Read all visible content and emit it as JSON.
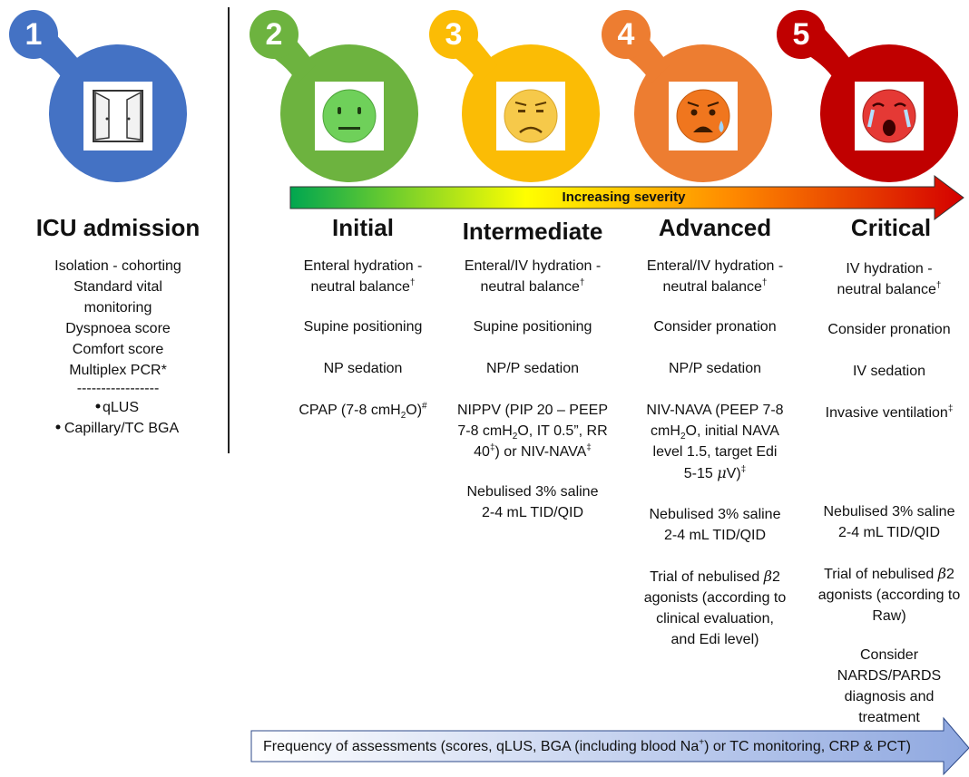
{
  "stages": [
    {
      "number": "1",
      "title": "ICU admission",
      "color": "#4472c4",
      "icon": "door-icon"
    },
    {
      "number": "2",
      "title": "Initial",
      "color": "#6db33f",
      "icon": "neutral-face-icon"
    },
    {
      "number": "3",
      "title": "Intermediate",
      "color": "#fbbc05",
      "icon": "worried-face-icon"
    },
    {
      "number": "4",
      "title": "Advanced",
      "color": "#ed7d31",
      "icon": "anxious-sweat-face-icon"
    },
    {
      "number": "5",
      "title": "Critical",
      "color": "#c00000",
      "icon": "crying-face-icon"
    }
  ],
  "severity_arrow_label": "Increasing severity",
  "admission": {
    "items": [
      "Isolation - cohorting",
      "Standard vital",
      "monitoring",
      "Dyspnoea score",
      "Comfort score",
      "Multiplex PCR*"
    ],
    "separator": "-----------------",
    "bullets": [
      "qLUS",
      "Capillary/TC BGA"
    ]
  },
  "initial": {
    "hydration_1": "Enteral hydration -",
    "hydration_2": "neutral balance",
    "dagger": "†",
    "positioning": "Supine positioning",
    "sedation": "NP sedation",
    "cpap_a": "CPAP (7-8 cmH",
    "cpap_sub": "2",
    "cpap_b": "O)",
    "cpap_sup": "#"
  },
  "intermediate": {
    "hydration_1": "Enteral/IV hydration -",
    "hydration_2": "neutral balance",
    "dagger": "†",
    "positioning": "Supine positioning",
    "sedation": "NP/P sedation",
    "v1": "NIPPV (PIP 20 – PEEP",
    "v2a": "7-8 cmH",
    "v2sub": "2",
    "v2b": "O, IT 0.5”, RR",
    "v3a": "40",
    "v3sup": "‡",
    "v3b": ") or NIV-NAVA",
    "v3sup2": "‡",
    "neb_1": "Nebulised 3% saline",
    "neb_2": "2-4 mL TID/QID"
  },
  "advanced": {
    "hydration_1": "Enteral/IV hydration -",
    "hydration_2": "neutral balance",
    "dagger": "†",
    "positioning": "Consider pronation",
    "sedation": "NP/P sedation",
    "v1": "NIV-NAVA (PEEP 7-8",
    "v2a": "cmH",
    "v2sub": "2",
    "v2b": "O, initial NAVA",
    "v3": "level 1.5, target Edi",
    "v4a": "5-15 ",
    "v4mu": "μ",
    "v4b": "V)",
    "v4sup": "‡",
    "neb_1": "Nebulised 3% saline",
    "neb_2": "2-4 mL TID/QID",
    "beta_1a": "Trial of nebulised ",
    "beta_1b": "β",
    "beta_1c": "2",
    "beta_2": "agonists (according to",
    "beta_3": "clinical evaluation,",
    "beta_4": "and Edi level)"
  },
  "critical": {
    "hydration_1": "IV hydration -",
    "hydration_2": "neutral balance",
    "dagger": "†",
    "positioning": "Consider pronation",
    "sedation": "IV sedation",
    "vent": "Invasive ventilation",
    "vent_sup": "‡",
    "neb_1": "Nebulised 3% saline",
    "neb_2": "2-4 mL TID/QID",
    "beta_1a": "Trial of nebulised ",
    "beta_1b": "β",
    "beta_1c": "2",
    "beta_2": "agonists (according to",
    "beta_3": "Raw)",
    "nards_1": "Consider",
    "nards_2": "NARDS/PARDS",
    "nards_3": "diagnosis and",
    "nards_4": "treatment"
  },
  "bottom_arrow": {
    "a": "Frequency of assessments (scores, qLUS, BGA (including blood Na",
    "sup": "+",
    "b": ") or TC monitoring, CRP & PCT)"
  }
}
